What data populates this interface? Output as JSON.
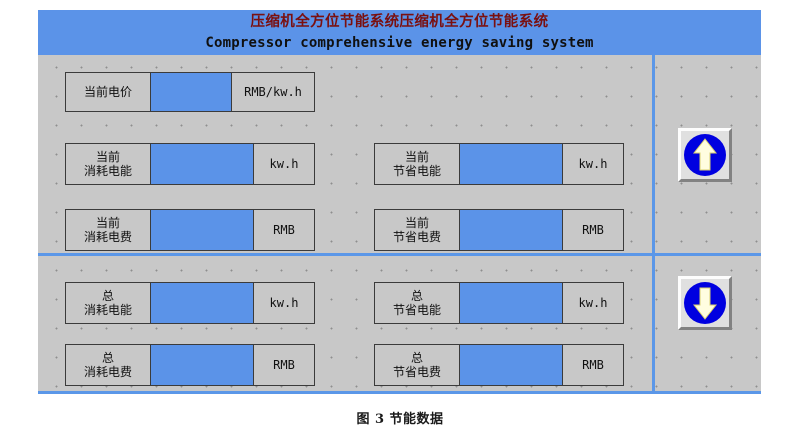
{
  "panel": {
    "title_cn": "压缩机全方位节能系统压缩机全方位节能系统",
    "title_en": "Compressor comprehensive energy saving system",
    "title_color": "#7a1010",
    "accent_color": "#5b93e8",
    "background_color": "#c8c8c8",
    "value_field_color": "#5b93e8"
  },
  "rows": {
    "price": {
      "label_line1": "当前电价",
      "label_line2": "",
      "value": "",
      "unit": "RMB/kw.h"
    },
    "current_energy": {
      "label_line1": "当前",
      "label_line2": "消耗电能",
      "value": "",
      "unit": "kw.h"
    },
    "current_cost": {
      "label_line1": "当前",
      "label_line2": "消耗电费",
      "value": "",
      "unit": "RMB"
    },
    "saved_energy": {
      "label_line1": "当前",
      "label_line2": "节省电能",
      "value": "",
      "unit": "kw.h"
    },
    "saved_cost": {
      "label_line1": "当前",
      "label_line2": "节省电费",
      "value": "",
      "unit": "RMB"
    },
    "total_energy": {
      "label_line1": "总",
      "label_line2": "消耗电能",
      "value": "",
      "unit": "kw.h"
    },
    "total_cost": {
      "label_line1": "总",
      "label_line2": "消耗电费",
      "value": "",
      "unit": "RMB"
    },
    "total_saved_energy": {
      "label_line1": "总",
      "label_line2": "节省电能",
      "value": "",
      "unit": "kw.h"
    },
    "total_saved_cost": {
      "label_line1": "总",
      "label_line2": "节省电费",
      "value": "",
      "unit": "RMB"
    }
  },
  "nav": {
    "up_icon": "arrow-up-icon",
    "down_icon": "arrow-down-icon",
    "icon_circle_color": "#0000e0",
    "icon_arrow_color": "#fffde0"
  },
  "caption": {
    "text": "图 3 节能数据"
  }
}
